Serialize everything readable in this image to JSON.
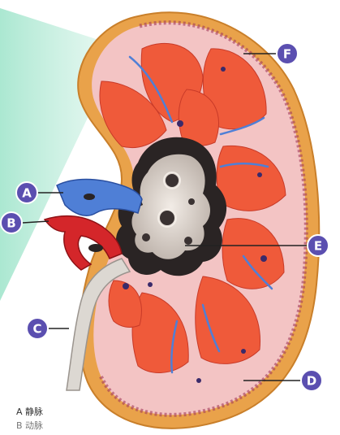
{
  "colors": {
    "capsule": "#e9a24a",
    "cortex": "#f3c4c4",
    "pyramid": "#ef5a3a",
    "vein": "#4f7fd6",
    "artery": "#d4262a",
    "pelvis": "#2a2424",
    "ureter": "#dcd8d2",
    "marker": "#5b4fb0"
  },
  "markers": [
    {
      "id": "A",
      "label": "A"
    },
    {
      "id": "B",
      "label": "B"
    },
    {
      "id": "C",
      "label": "C"
    },
    {
      "id": "D",
      "label": "D"
    },
    {
      "id": "E",
      "label": "E"
    },
    {
      "id": "F",
      "label": "F"
    }
  ],
  "legend": [
    {
      "text": "A 静脉"
    },
    {
      "text": "B 动脉"
    }
  ]
}
